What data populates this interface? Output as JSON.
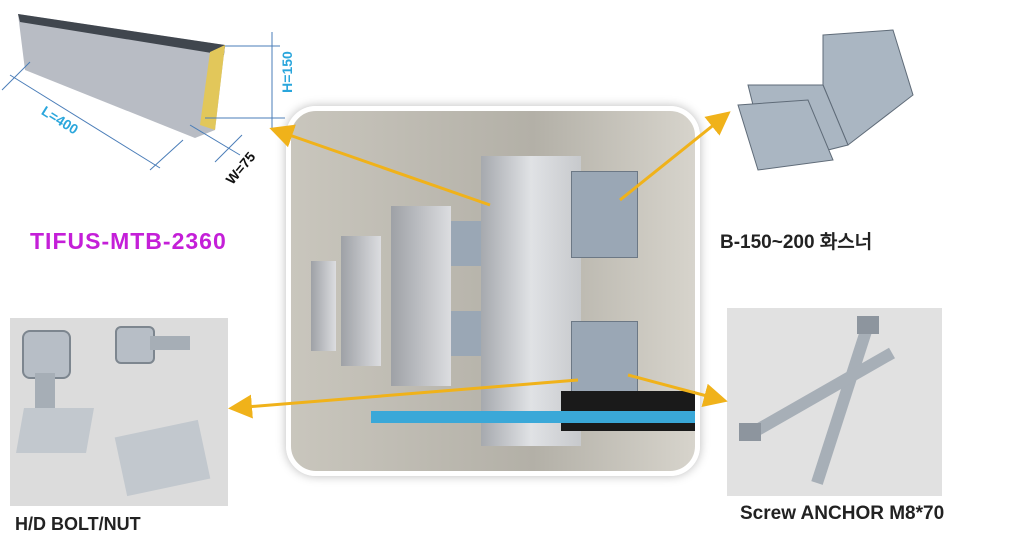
{
  "product": {
    "name": "TIFUS-MTB-2360",
    "dimensions": {
      "length": "L=400",
      "height": "H=150",
      "width": "W=75"
    }
  },
  "components": [
    {
      "label": "B-150~200 화스너"
    },
    {
      "label": "H/D BOLT/NUT"
    },
    {
      "label": "Screw ANCHOR M8*70"
    }
  ],
  "colors": {
    "product_name": "#c41fd8",
    "dimension": "#2aa6dc",
    "arrow": "#f0b21a"
  }
}
